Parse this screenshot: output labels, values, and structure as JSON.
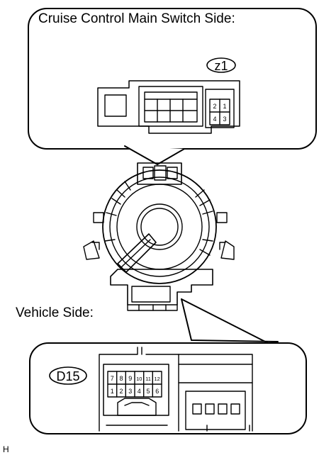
{
  "top_box": {
    "title": "Cruise Control Main Switch Side:",
    "connector_code": "z1",
    "pins": [
      "2",
      "1",
      "4",
      "3"
    ]
  },
  "bottom_box": {
    "title": "Vehicle Side:",
    "connector_code": "D15",
    "pins_top": [
      "7",
      "8",
      "9",
      "10",
      "11",
      "12"
    ],
    "pins_bottom": [
      "1",
      "2",
      "3",
      "4",
      "5",
      "6"
    ]
  },
  "corner_mark": "H"
}
